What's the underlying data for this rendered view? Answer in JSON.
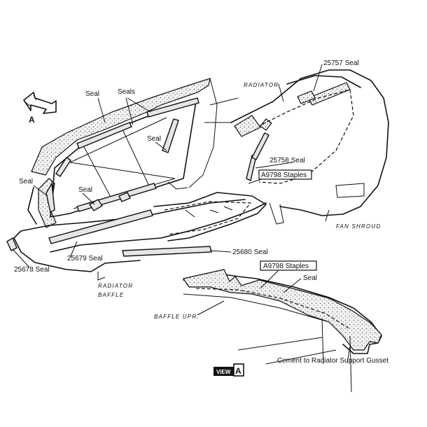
{
  "labels": {
    "seal_top_left": "Seal",
    "seals_top": "Seals",
    "seal_right_upper": "Seal",
    "seal_left": "Seal",
    "seal_center": "Seal",
    "seal_view_a": "Seal",
    "seal_25757": "25757 Seal",
    "seal_25758": "25758 Seal",
    "seal_25679": "25679 Seal",
    "seal_25678": "25678 Seal",
    "seal_25680": "25680 Seal",
    "staples_1": "A9798 Staples",
    "staples_2": "A9798 Staples",
    "radiator": "RADIATOR",
    "fan_shroud": "FAN SHROUD",
    "radiator_baffle_1": "RADIATOR",
    "radiator_baffle_2": "BAFFLE",
    "baffle_upr": "BAFFLE UPR.",
    "cement": "Cement to Radiator Support Gusset",
    "view_word": "VIEW",
    "view_letter": "A",
    "arrow_letter": "A"
  }
}
